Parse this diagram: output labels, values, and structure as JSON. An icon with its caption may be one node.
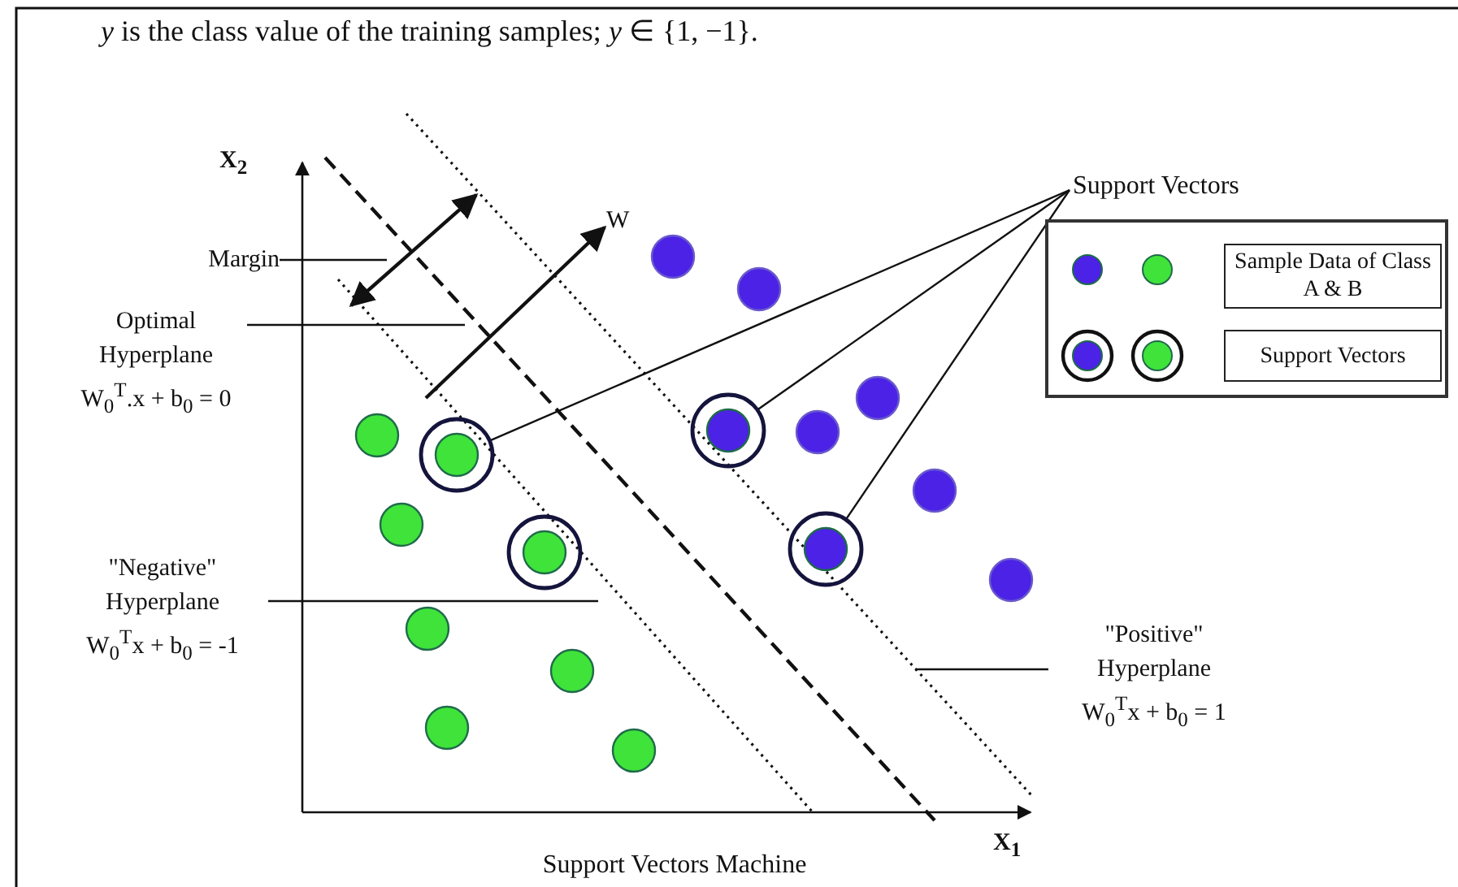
{
  "diagram": {
    "caption": "Support Vectors Machine",
    "nodes": [
      {
        "text": [
          "Margin"
        ]
      },
      {
        "text": [
          "Optimal Hyperplane",
          "W$_{0}$$^{T}$.x + b$_{0}$ = 0"
        ]
      },
      {
        "text": [
          "\"Negative\" Hyperplane",
          "W$_{0}$$^{T}$x + b$_{0}$ = -1"
        ]
      },
      {
        "text": [
          "\"Positive\" Hyperplane",
          "W$_{0}$$^{T}$x + b$_{0}$ = 1"
        ]
      },
      {
        "text": [
          "Support Vectors"
        ]
      },
      {
        "text": [],
        "shape": "circle"
      },
      {
        "text": [],
        "shape": "circle"
      },
      {
        "text": [],
        "shape": "circle"
      },
      {
        "text": [],
        "shape": "circle"
      }
    ],
    "edges": [
      {
        "from": 0,
        "to": null,
        "arrow": "none"
      },
      {
        "from": 1,
        "to": null,
        "arrow": "none"
      },
      {
        "from": 2,
        "to": null,
        "arrow": "none"
      },
      {
        "from": 3,
        "to": null,
        "arrow": "none"
      },
      {
        "from": 4,
        "to": 5,
        "arrow": "none"
      },
      {
        "from": 4,
        "to": 7,
        "arrow": "none"
      },
      {
        "from": 4,
        "to": 8,
        "arrow": "none"
      }
    ],
    "labels": [
      "*y* is the class value of the training samples; *y* ∈ {1, −1}.",
      "X$_{2}$",
      "W",
      "X$_{1}$"
    ],
    "legend": [
      {
        "text": "Sample Data of Class A & B"
      },
      {
        "text": "Support Vectors"
      }
    ]
  }
}
